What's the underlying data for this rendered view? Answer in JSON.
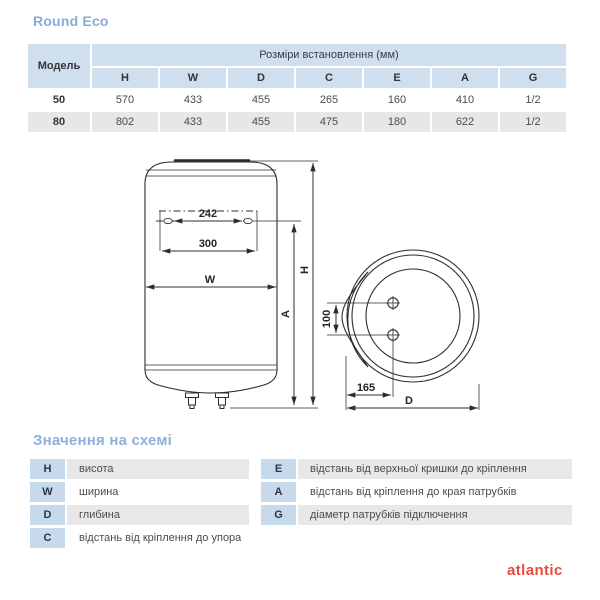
{
  "title": "Round Eco",
  "colors": {
    "accent_blue_text": "#86abd7",
    "table_header_bg": "#cfdfee",
    "legend_key_bg": "#c7daec",
    "row_gray_bg": "#e7e7e8",
    "logo_red": "#e84b3d",
    "line_dark": "#2c2c34"
  },
  "spec_table": {
    "model_header": "Модель",
    "dims_header": "Розміри встановлення (мм)",
    "columns": [
      "H",
      "W",
      "D",
      "C",
      "E",
      "A",
      "G"
    ],
    "rows": [
      {
        "model": "50",
        "values": [
          "570",
          "433",
          "455",
          "265",
          "160",
          "410",
          "1/2"
        ]
      },
      {
        "model": "80",
        "values": [
          "802",
          "433",
          "455",
          "475",
          "180",
          "622",
          "1/2"
        ]
      }
    ]
  },
  "diagram": {
    "front_view": {
      "dim_242": "242",
      "dim_300": "300",
      "width_label": "W",
      "a_label": "A",
      "h_label": "H"
    },
    "top_view": {
      "dim_100": "100",
      "dim_165": "165",
      "d_label": "D"
    }
  },
  "legend": {
    "title": "Значення на схемі",
    "left": [
      {
        "key": "H",
        "label": "висота"
      },
      {
        "key": "W",
        "label": "ширина"
      },
      {
        "key": "D",
        "label": "глибина"
      },
      {
        "key": "C",
        "label": "відстань від кріплення до упора"
      }
    ],
    "right": [
      {
        "key": "E",
        "label": "відстань від верхньої кришки до кріплення"
      },
      {
        "key": "A",
        "label": "відстань від кріплення до края патрубків"
      },
      {
        "key": "G",
        "label": "діаметр патрубків підключення"
      }
    ]
  },
  "logo": "atlantic"
}
